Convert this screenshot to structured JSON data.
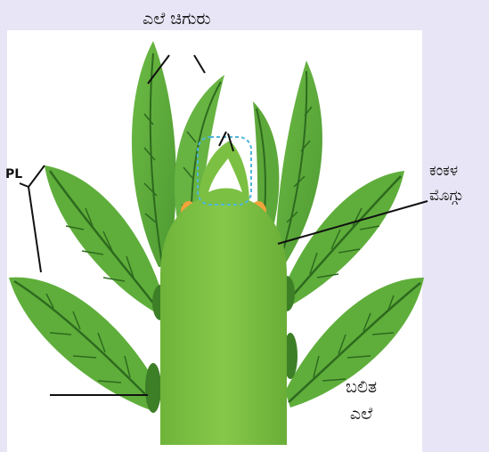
{
  "labels": {
    "young_leaf": "ಎಲೆ ಚಿಗುರು",
    "axillary_bud_line1": "ಕಂಕಳ",
    "axillary_bud_line2": "ಮೊಗ್ಗು",
    "mature_leaf_line1": "ಬಲಿತ",
    "mature_leaf_line2": "ಎಲೆ",
    "pl_marker": "PL"
  },
  "colors": {
    "background": "#e8e6f6",
    "panel": "#ffffff",
    "stem": "#7cc043",
    "leaf": "#5faa3a",
    "leaf_dark": "#3f8a2a",
    "leaf_vein": "#2d6a1e",
    "bud": "#f2a33a",
    "meristem_box": "#4fb6d8"
  }
}
